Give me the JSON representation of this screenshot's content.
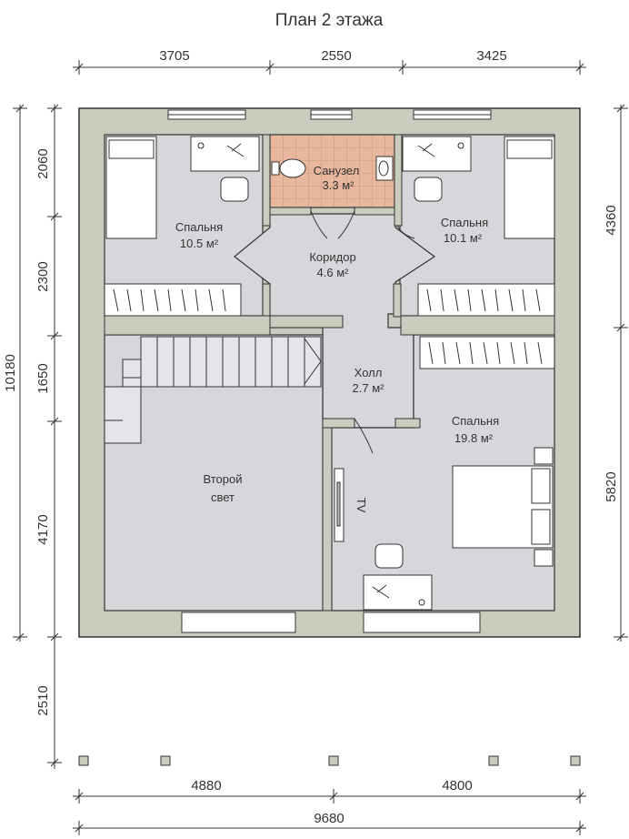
{
  "title": "План 2 этажа",
  "dimensions": {
    "top": [
      "3705",
      "2550",
      "3425"
    ],
    "bottom": [
      "4880",
      "4800"
    ],
    "bottom_total": "9680",
    "left": [
      "2060",
      "2300",
      "1650",
      "4170"
    ],
    "left_extra": "2510",
    "left_total": "10180",
    "right": [
      "4360",
      "5820"
    ]
  },
  "rooms": {
    "bathroom": {
      "name": "Санузел",
      "area": "3.3 м²"
    },
    "bedroom1": {
      "name": "Спальня",
      "area": "10.5 м²"
    },
    "bedroom2": {
      "name": "Спальня",
      "area": "10.1 м²"
    },
    "corridor": {
      "name": "Коридор",
      "area": "4.6 м²"
    },
    "hall": {
      "name": "Холл",
      "area": "2.7 м²"
    },
    "bedroom3": {
      "name": "Спальня",
      "area": "19.8 м²"
    },
    "second_light": {
      "name_line1": "Второй",
      "name_line2": "свет"
    }
  },
  "tv_label": "TV",
  "colors": {
    "wall": "#c9cdbd",
    "floor": "#d6d7db",
    "tile": "#e9b9a0",
    "outline": "#333333"
  }
}
